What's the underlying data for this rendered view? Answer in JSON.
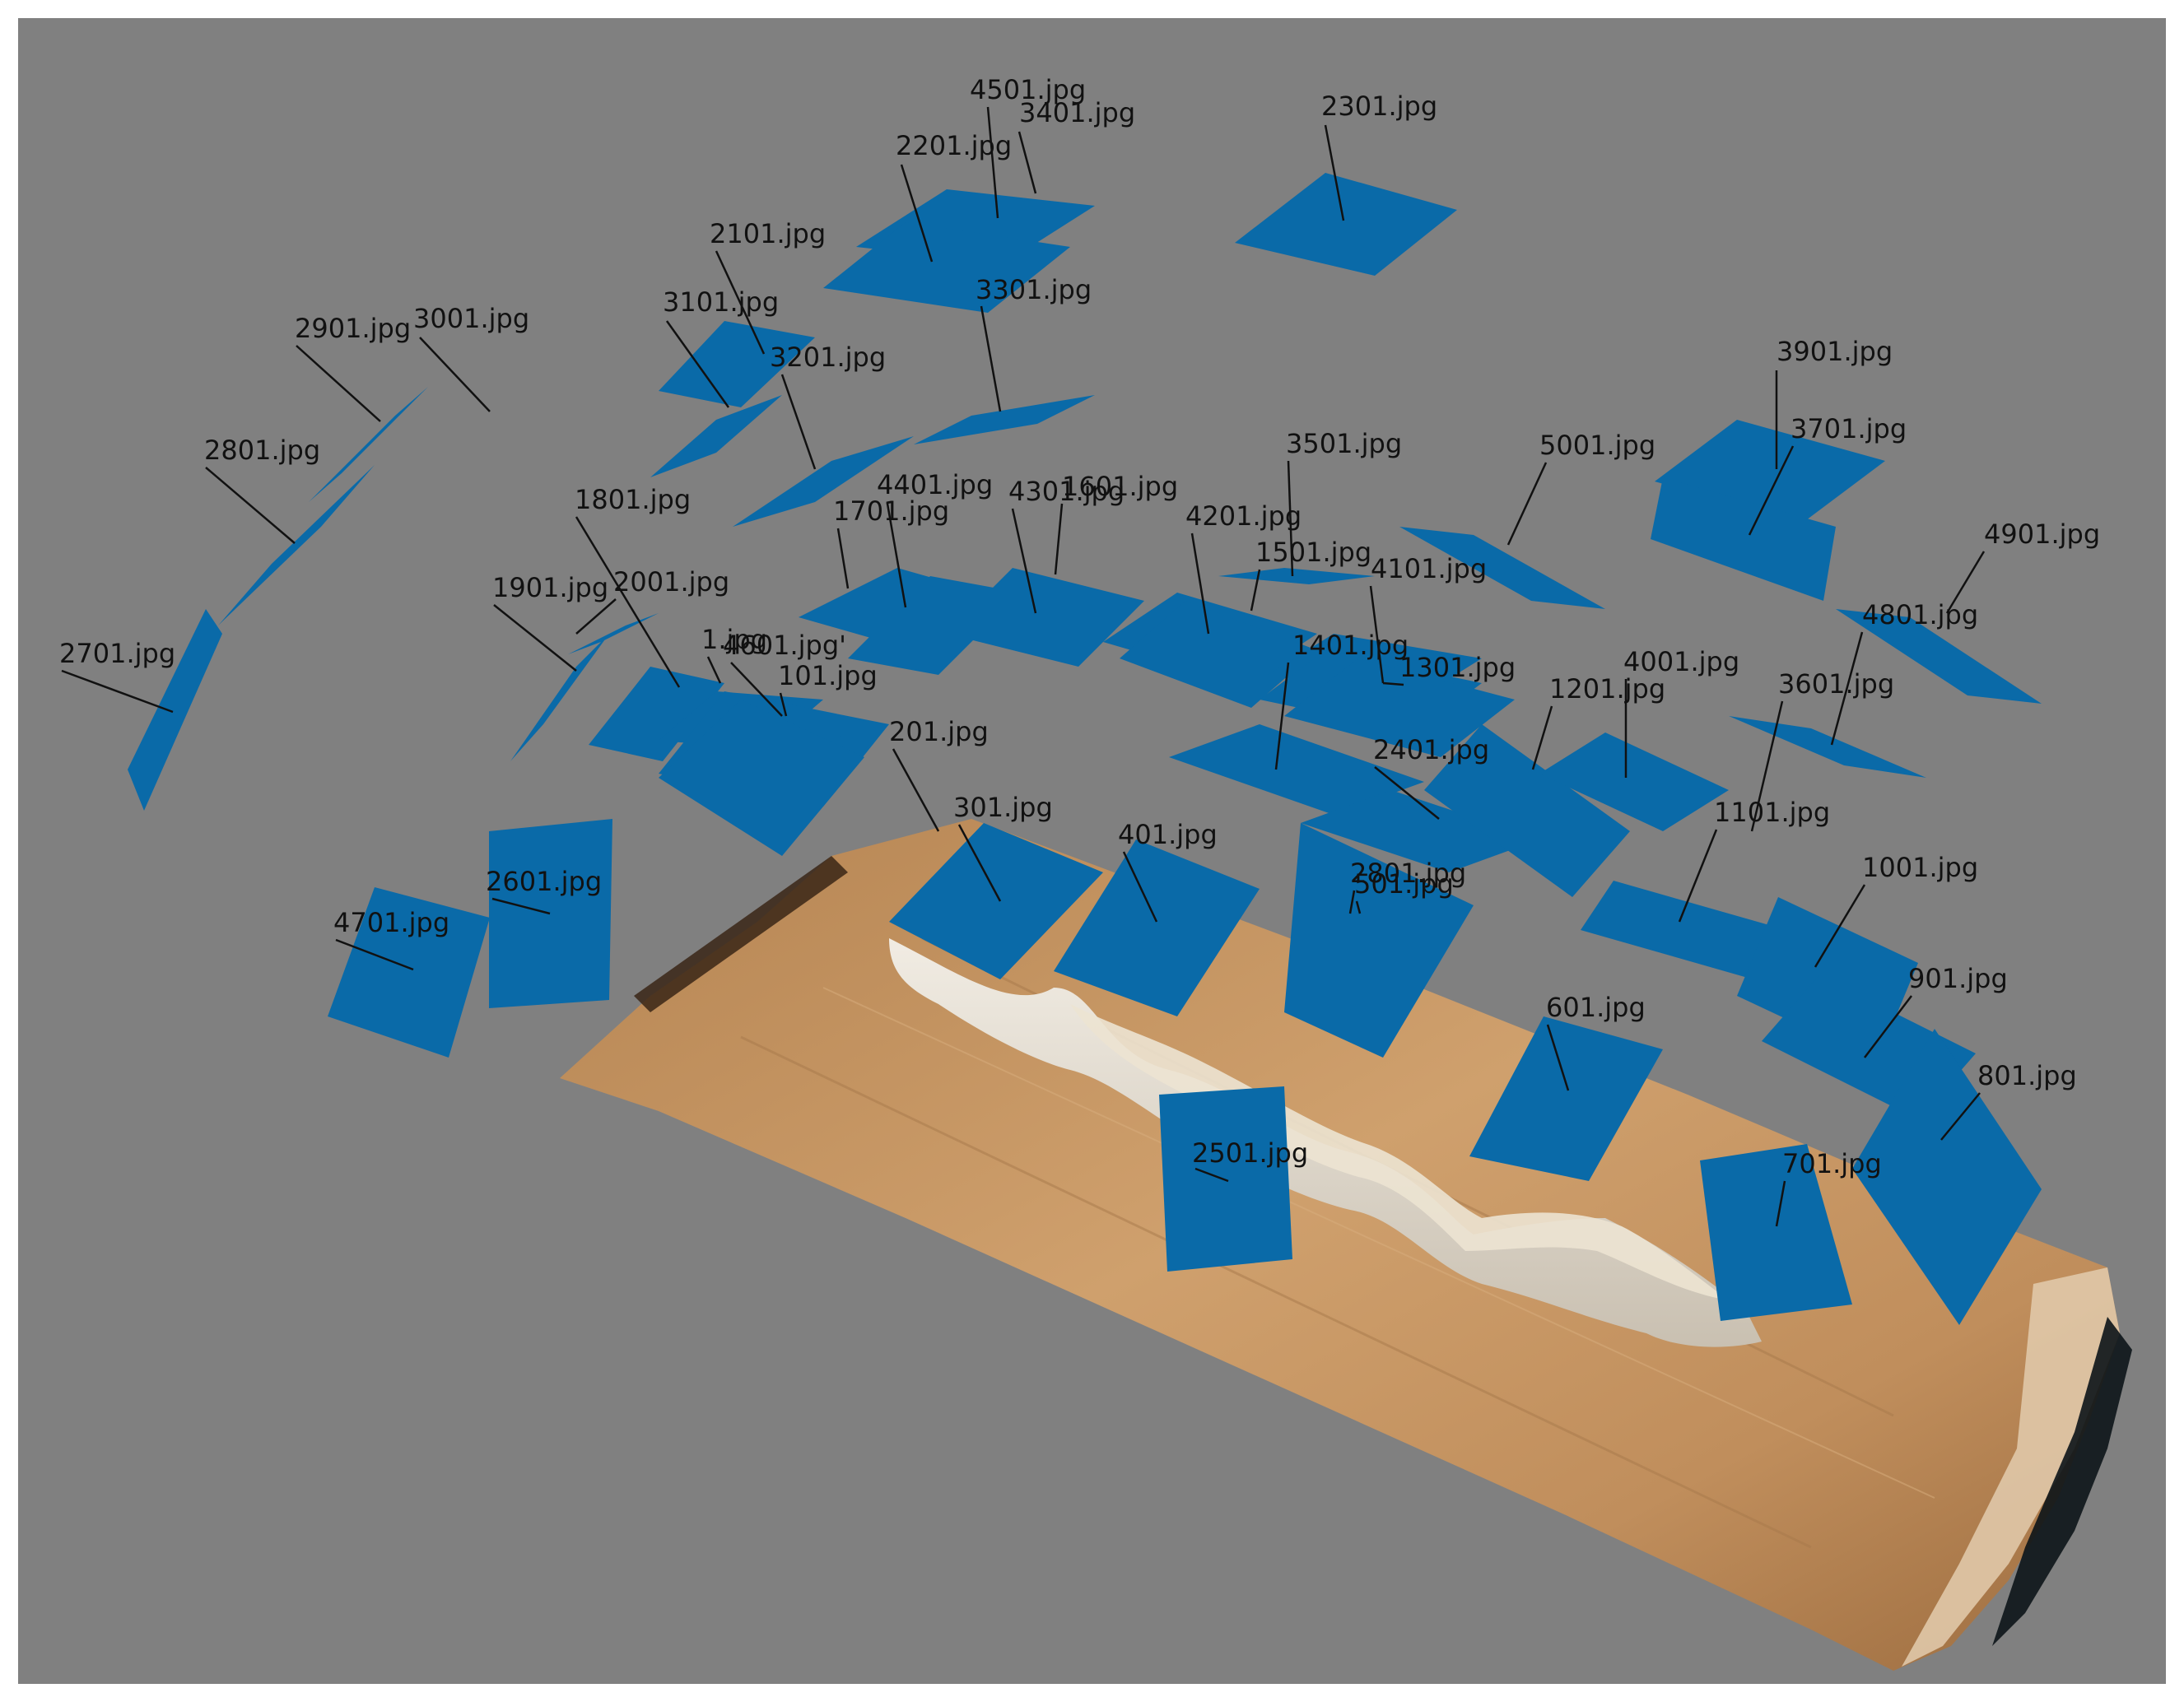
{
  "colors": {
    "background": "#808080",
    "frame": "#ffffff",
    "camera_plane": "#0a6aa8",
    "label": "#111111",
    "board_light": "#c89a68",
    "board_dark": "#8f5f33",
    "object": "#e4ddd0"
  },
  "cameras": [
    {
      "id": "c4501",
      "label": "4501.jpg"
    },
    {
      "id": "c3401",
      "label": "3401.jpg"
    },
    {
      "id": "c2201",
      "label": "2201.jpg"
    },
    {
      "id": "c2301",
      "label": "2301.jpg"
    },
    {
      "id": "c2101",
      "label": "2101.jpg"
    },
    {
      "id": "c3301",
      "label": "3301.jpg"
    },
    {
      "id": "c3101",
      "label": "3101.jpg"
    },
    {
      "id": "c3201",
      "label": "3201.jpg"
    },
    {
      "id": "c2901",
      "label": "2901.jpg"
    },
    {
      "id": "c3001",
      "label": "3001.jpg"
    },
    {
      "id": "c2801",
      "label": "2801.jpg"
    },
    {
      "id": "c1801",
      "label": "1801.jpg"
    },
    {
      "id": "c4401",
      "label": "4401.jpg"
    },
    {
      "id": "c4301",
      "label": "4301.jpg"
    },
    {
      "id": "c1601",
      "label": "1601.jpg"
    },
    {
      "id": "c1701",
      "label": "1701.jpg"
    },
    {
      "id": "c3501",
      "label": "3501.jpg"
    },
    {
      "id": "c5001",
      "label": "5001.jpg"
    },
    {
      "id": "c3901",
      "label": "3901.jpg"
    },
    {
      "id": "c3701",
      "label": "3701.jpg"
    },
    {
      "id": "c4901",
      "label": "4901.jpg"
    },
    {
      "id": "c4201",
      "label": "4201.jpg"
    },
    {
      "id": "c1501",
      "label": "1501.jpg"
    },
    {
      "id": "c4101",
      "label": "4101.jpg"
    },
    {
      "id": "c4801",
      "label": "4801.jpg"
    },
    {
      "id": "c1901",
      "label": "1901.jpg"
    },
    {
      "id": "c2001",
      "label": "2001.jpg"
    },
    {
      "id": "c2701",
      "label": "2701.jpg"
    },
    {
      "id": "c1",
      "label": "1.jpg"
    },
    {
      "id": "c4601",
      "label": "4601.jpg'"
    },
    {
      "id": "c101",
      "label": "101.jpg"
    },
    {
      "id": "c1401",
      "label": "1401.jpg"
    },
    {
      "id": "c1301",
      "label": "1301.jpg"
    },
    {
      "id": "c4001",
      "label": "4001.jpg"
    },
    {
      "id": "c1201",
      "label": "1201.jpg"
    },
    {
      "id": "c3601",
      "label": "3601.jpg"
    },
    {
      "id": "c201",
      "label": "201.jpg"
    },
    {
      "id": "c2401",
      "label": "2401.jpg"
    },
    {
      "id": "c1101",
      "label": "1101.jpg"
    },
    {
      "id": "c301",
      "label": "301.jpg"
    },
    {
      "id": "c401",
      "label": "401.jpg"
    },
    {
      "id": "c2801b",
      "label": "2801.jpg"
    },
    {
      "id": "c501",
      "label": "501.jpg"
    },
    {
      "id": "c2601",
      "label": "2601.jpg"
    },
    {
      "id": "c4701",
      "label": "4701.jpg"
    },
    {
      "id": "c1001",
      "label": "1001.jpg"
    },
    {
      "id": "c901",
      "label": "901.jpg"
    },
    {
      "id": "c601",
      "label": "601.jpg"
    },
    {
      "id": "c801",
      "label": "801.jpg"
    },
    {
      "id": "c2501",
      "label": "2501.jpg"
    },
    {
      "id": "c701",
      "label": "701.jpg"
    }
  ]
}
